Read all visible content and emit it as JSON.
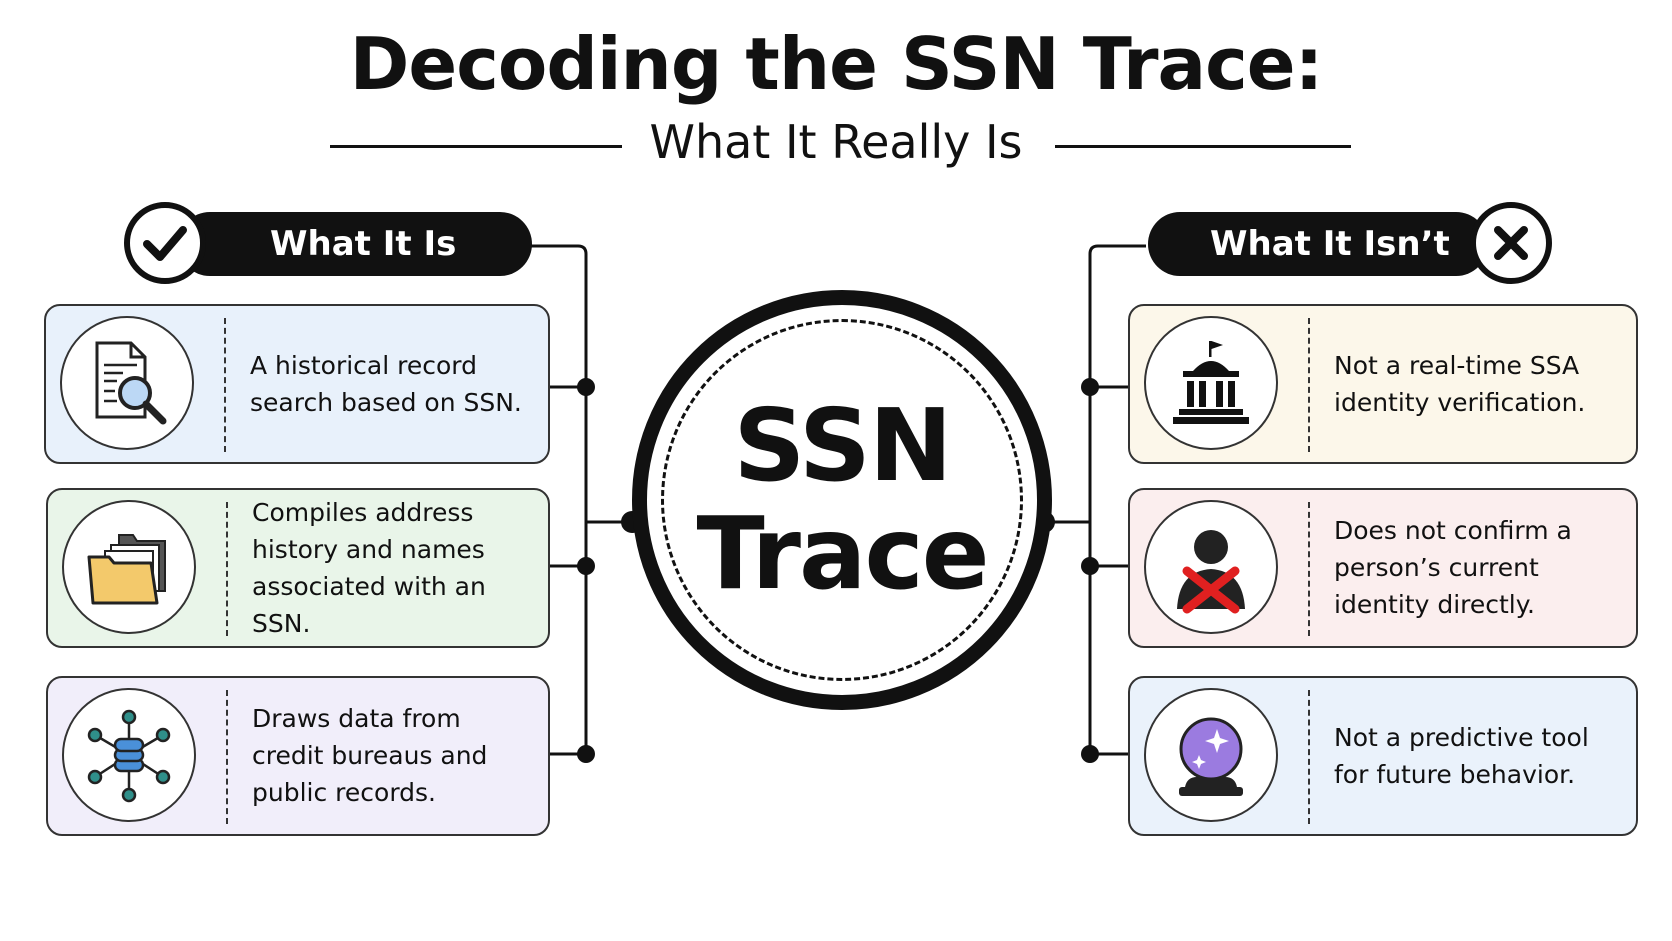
{
  "title": "Decoding the SSN Trace:",
  "subtitle": "What It Really Is",
  "center": {
    "line1": "SSN",
    "line2": "Trace"
  },
  "left": {
    "header": "What It Is",
    "badge_icon": "check-icon",
    "items": [
      {
        "icon": "document-search-icon",
        "text": "A historical record search based on SSN.",
        "bg": "#e8f1fb"
      },
      {
        "icon": "folders-icon",
        "text": "Compiles address history and names associated with an SSN.",
        "bg": "#e9f5e9"
      },
      {
        "icon": "database-network-icon",
        "text": "Draws data from credit bureaus and public records.",
        "bg": "#f1eefa"
      }
    ]
  },
  "right": {
    "header": "What It Isn’t",
    "badge_icon": "cross-icon",
    "items": [
      {
        "icon": "government-building-icon",
        "text": "Not a real-time SSA identity verification.",
        "bg": "#fcf7ea"
      },
      {
        "icon": "person-crossed-icon",
        "text": "Does not confirm a person’s current identity directly.",
        "bg": "#fbeeee"
      },
      {
        "icon": "crystal-ball-icon",
        "text": "Not a predictive tool for future behavior.",
        "bg": "#eaf2fb"
      }
    ]
  },
  "colors": {
    "dark": "#111111",
    "accent_red": "#e02020",
    "folder": "#f3c96b",
    "node": "#2f8f8a",
    "ball": "#9b7be0"
  }
}
